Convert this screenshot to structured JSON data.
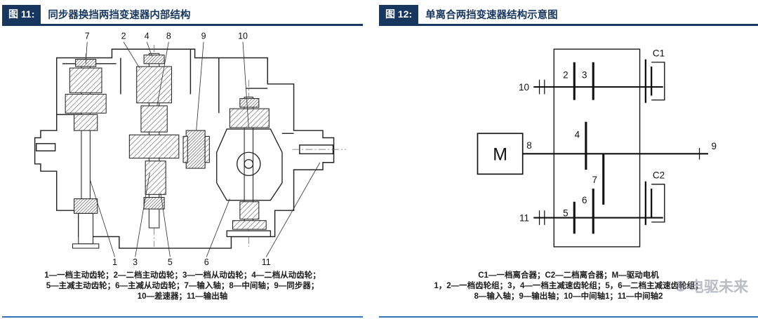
{
  "colors": {
    "header_navy": "#17375E",
    "accent_blue": "#2E74B5",
    "drawing_ink": "#222222",
    "watermark_gray": "#7D8794"
  },
  "fig11": {
    "label": "图 11:",
    "title": "同步器换挡两挡变速器内部结构",
    "callouts_top": [
      "7",
      "2",
      "4",
      "8",
      "9",
      "10"
    ],
    "callouts_bottom": [
      "1",
      "3",
      "5",
      "6",
      "11"
    ],
    "caption_lines": [
      "1—一档主动齿轮；2—二档主动齿轮；3—一档从动齿轮；4—二档从动齿轮；",
      "5—主减主动齿轮；6—主减从动齿轮；7—输入轴；8—中间轴；9—同步器；",
      "10—差速器；11—输出轴"
    ]
  },
  "fig12": {
    "label": "图 12:",
    "title": "单离合两挡变速器结构示意图",
    "labels": {
      "motor": "M",
      "c1": "C1",
      "c2": "C2",
      "n2": "2",
      "n3": "3",
      "n4": "4",
      "n5": "5",
      "n6": "6",
      "n7": "7",
      "n8": "8",
      "n9": "9",
      "n10": "10",
      "n11": "11"
    },
    "caption_lines": [
      "C1—一档离合器；C2—二档离合器；M—驱动电机",
      "1，2—一档齿轮组；3，4—一档主减速齿轮组；5，6—二档主减速齿轮组；",
      "8—输入轴；9—输出轴；10—中间轴1；11—中间轴2"
    ],
    "watermark": "电驱未来"
  }
}
